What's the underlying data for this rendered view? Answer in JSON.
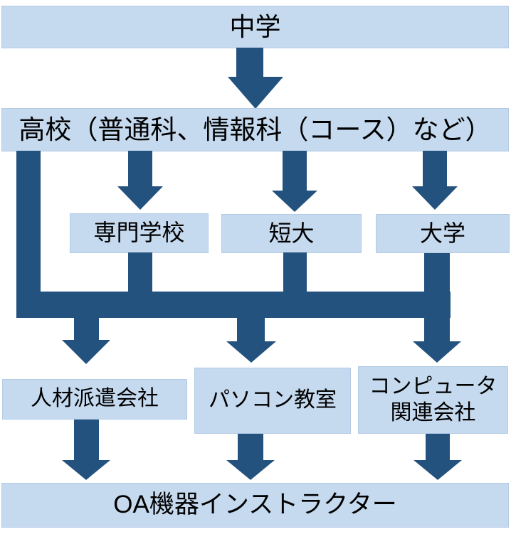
{
  "diagram_type": "flowchart",
  "nodes": {
    "junior_high": "中学",
    "high_school": "高校（普通科、情報科（コース）など）",
    "vocational_school": "専門学校",
    "junior_college": "短大",
    "university": "大学",
    "staffing_company": "人材派遣会社",
    "pc_school": "パソコン教室",
    "computer_company": [
      "コンピュータ",
      "関連会社"
    ],
    "oa_instructor": "OA機器インストラクター"
  },
  "edges": [
    {
      "from": "junior_high",
      "to": "high_school"
    },
    {
      "from": "high_school",
      "to": "vocational_school"
    },
    {
      "from": "high_school",
      "to": "junior_college"
    },
    {
      "from": "high_school",
      "to": "university"
    },
    {
      "from": "high_school",
      "to": "collector_bar"
    },
    {
      "from": "vocational_school",
      "to": "collector_bar"
    },
    {
      "from": "junior_college",
      "to": "collector_bar"
    },
    {
      "from": "university",
      "to": "collector_bar"
    },
    {
      "from": "collector_bar",
      "to": "staffing_company"
    },
    {
      "from": "collector_bar",
      "to": "pc_school"
    },
    {
      "from": "collector_bar",
      "to": "computer_company"
    },
    {
      "from": "staffing_company",
      "to": "oa_instructor"
    },
    {
      "from": "pc_school",
      "to": "oa_instructor"
    },
    {
      "from": "computer_company",
      "to": "oa_instructor"
    }
  ],
  "colors": {
    "box_fill": "#c5d9ef",
    "box_border": "#b3cbe5",
    "arrow": "#24527e",
    "text": "#000000",
    "background": "#ffffff"
  }
}
